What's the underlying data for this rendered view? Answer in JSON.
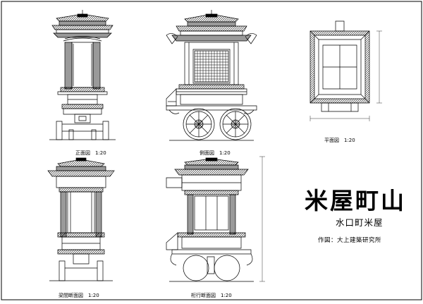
{
  "sheet": {
    "title": "米屋町山",
    "subtitle": "水口町米屋",
    "credit": "作図：大上建築研究所"
  },
  "views": {
    "front": "正面図　1:20",
    "side": "側面図　1:20",
    "plan": "平面図　1:20",
    "beam_section": "梁間断面図　1:20",
    "girder_section": "桁行断面図　1:20"
  },
  "colors": {
    "line": "#000000",
    "background": "#ffffff"
  }
}
